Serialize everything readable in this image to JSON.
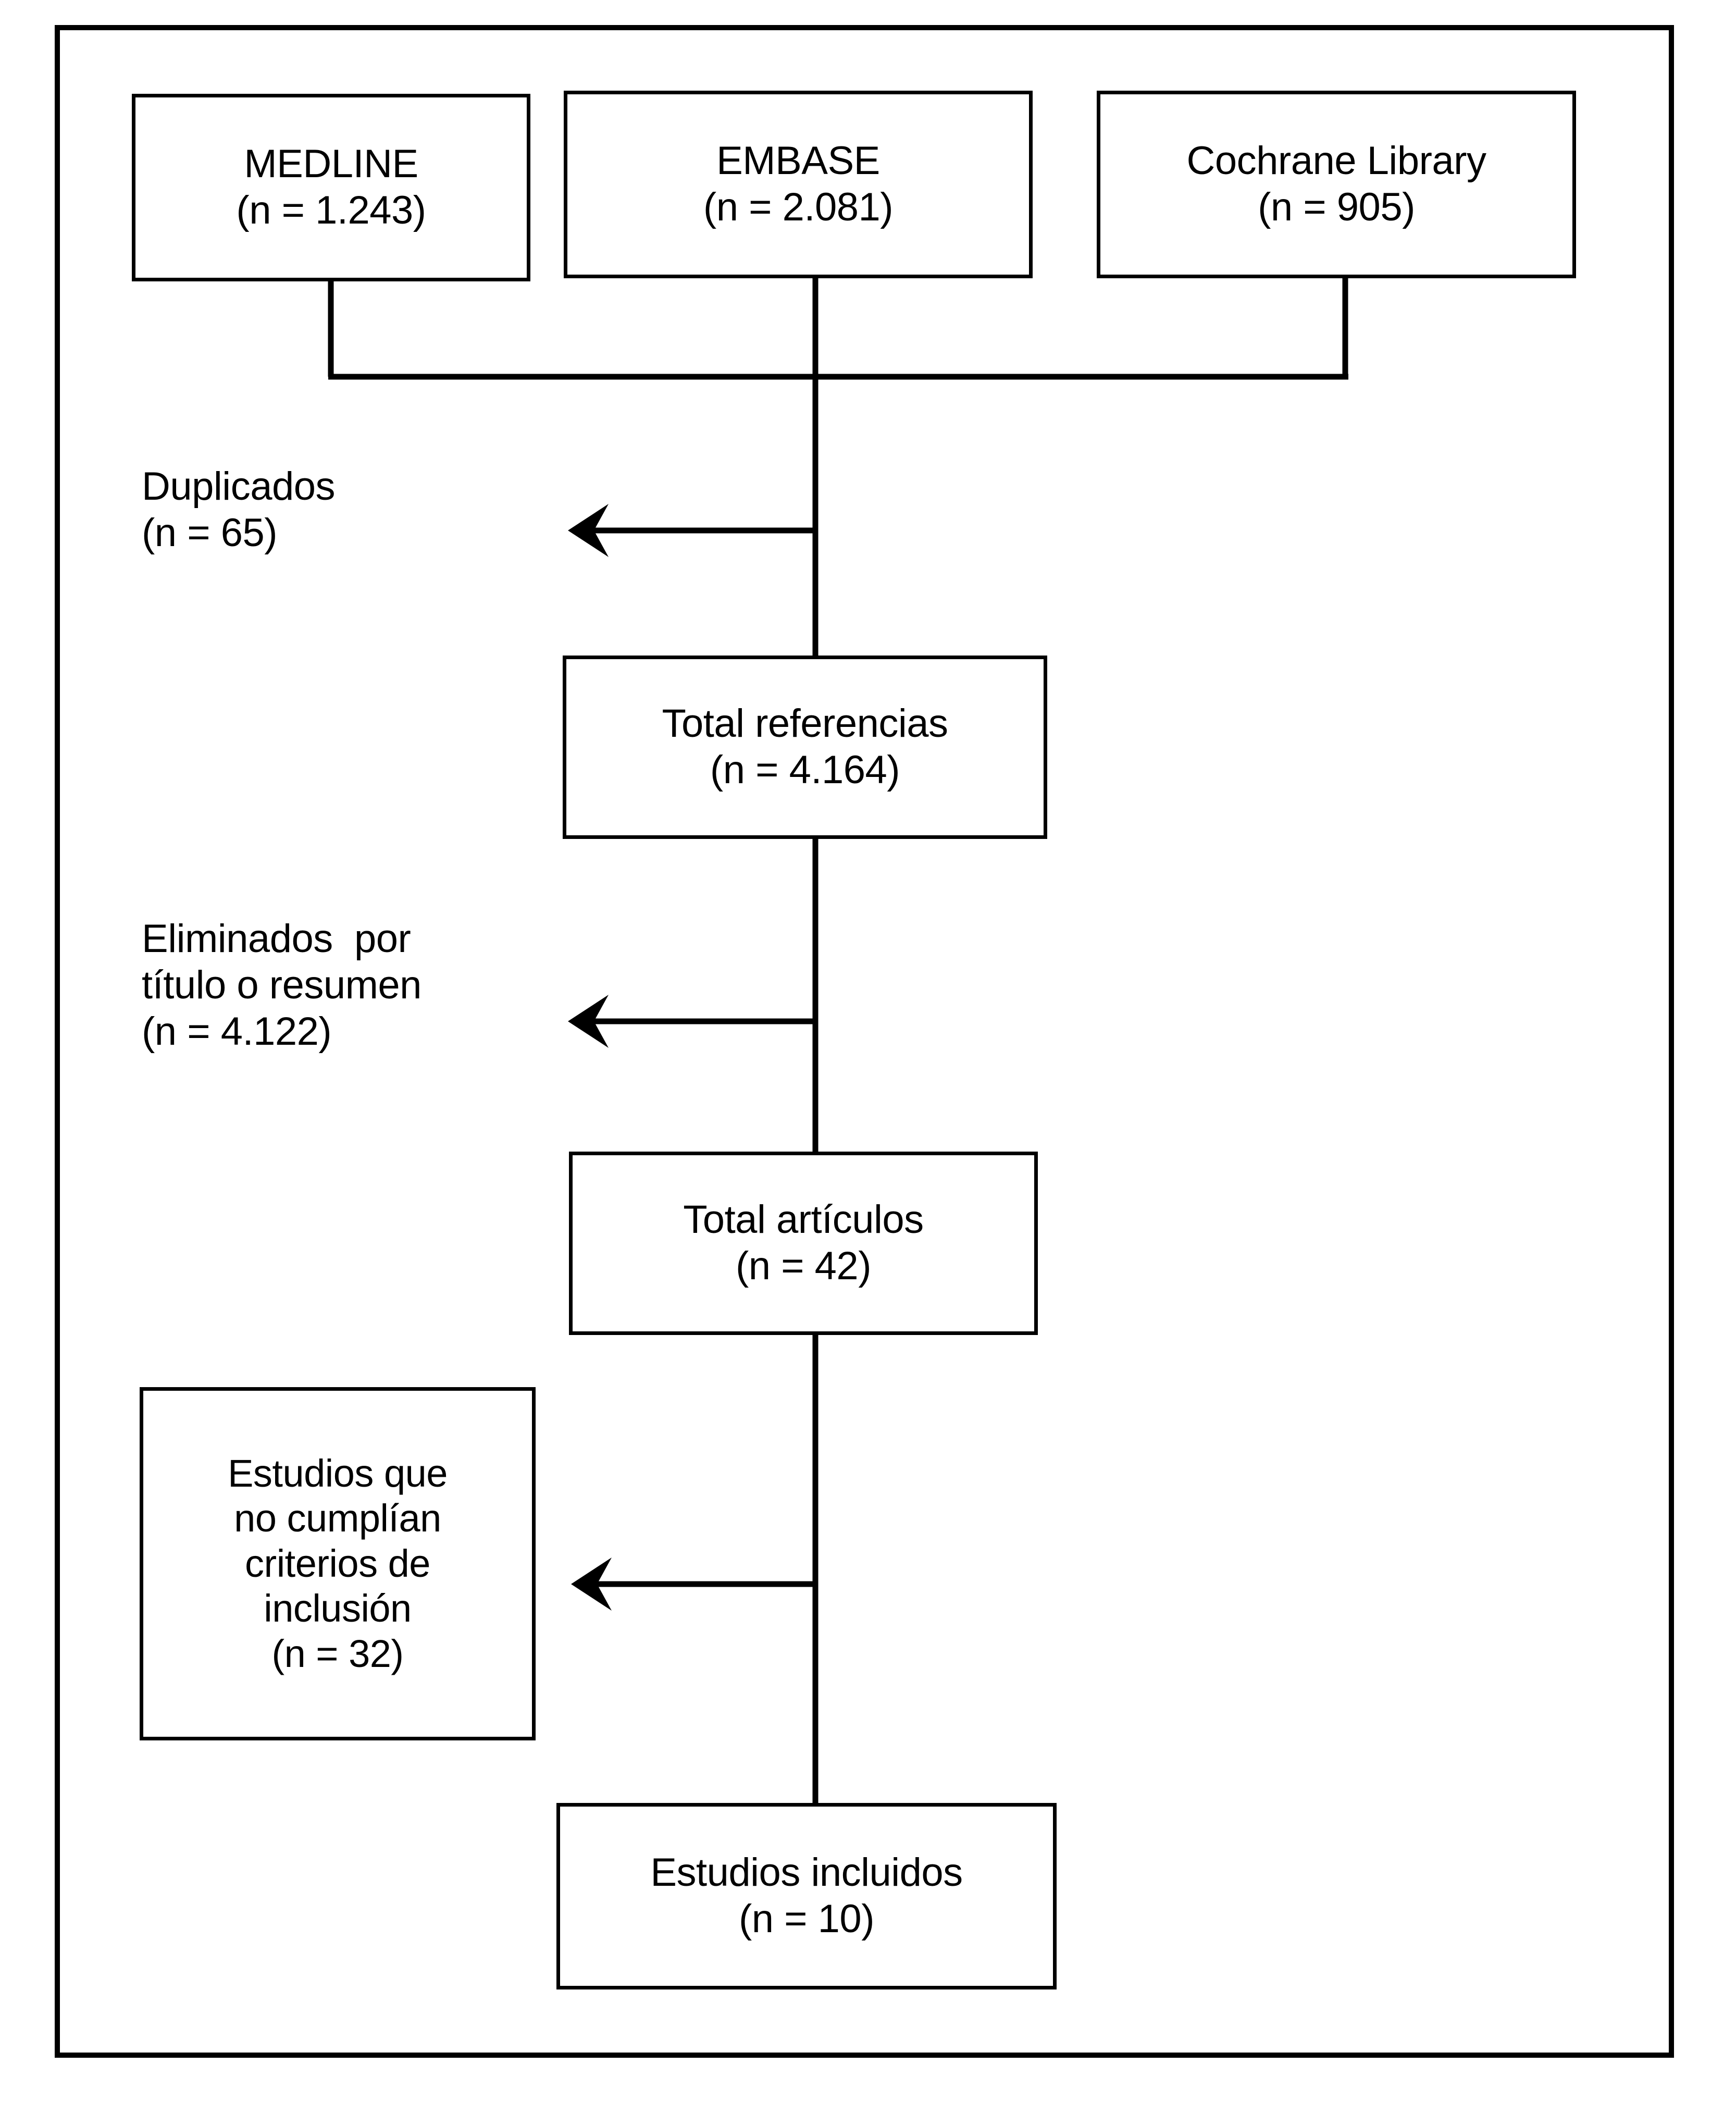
{
  "figure": {
    "type": "prisma-flow-diagram",
    "language": "es",
    "frame_color": "#000000",
    "background_color": "#ffffff"
  },
  "sources": {
    "medline": {
      "name": "MEDLINE",
      "count_label": "(n = 1.243)",
      "count": 1243
    },
    "embase": {
      "name": "EMBASE",
      "count_label": "(n = 2.081)",
      "count": 2081
    },
    "cochrane": {
      "name": "Cochrane Library",
      "count_label": "(n = 905)",
      "count": 905
    }
  },
  "exclusions": {
    "duplicados": {
      "label": "Duplicados",
      "count_label": "(n = 65)",
      "count": 65
    },
    "titulo_resumen": {
      "line1": "Eliminados  por",
      "line2": "título o resumen",
      "count_label": "(n = 4.122)",
      "count": 4122
    },
    "criterios": {
      "line1": "Estudios que",
      "line2": "no cumplían",
      "line3": "criterios de",
      "line4": "inclusión",
      "count_label": "(n = 32)",
      "count": 32
    }
  },
  "stages": {
    "total_referencias": {
      "label": "Total referencias",
      "count_label": "(n = 4.164)",
      "count": 4164
    },
    "total_articulos": {
      "label": "Total artículos",
      "count_label": "(n = 42)",
      "count": 42
    },
    "estudios_incluidos": {
      "label": "Estudios incluidos",
      "count_label": "(n = 10)",
      "count": 10
    }
  },
  "chart_data": {
    "type": "diagram",
    "title": "",
    "nodes": [
      {
        "id": "medline",
        "label": "MEDLINE",
        "n": 1243,
        "kind": "source"
      },
      {
        "id": "embase",
        "label": "EMBASE",
        "n": 2081,
        "kind": "source"
      },
      {
        "id": "cochrane",
        "label": "Cochrane Library",
        "n": 905,
        "kind": "source"
      },
      {
        "id": "dups",
        "label": "Duplicados",
        "n": 65,
        "kind": "exclusion"
      },
      {
        "id": "totalrefs",
        "label": "Total referencias",
        "n": 4164,
        "kind": "stage"
      },
      {
        "id": "titabs",
        "label": "Eliminados por título o resumen",
        "n": 4122,
        "kind": "exclusion"
      },
      {
        "id": "totalarts",
        "label": "Total artículos",
        "n": 42,
        "kind": "stage"
      },
      {
        "id": "nocrit",
        "label": "Estudios que no cumplían criterios de inclusión",
        "n": 32,
        "kind": "exclusion"
      },
      {
        "id": "included",
        "label": "Estudios incluidos",
        "n": 10,
        "kind": "stage"
      }
    ],
    "edges": [
      {
        "from": "medline",
        "to": "totalrefs"
      },
      {
        "from": "embase",
        "to": "totalrefs"
      },
      {
        "from": "cochrane",
        "to": "totalrefs"
      },
      {
        "from": "totalrefs",
        "to": "dups",
        "direction": "left"
      },
      {
        "from": "totalrefs",
        "to": "titabs",
        "direction": "left"
      },
      {
        "from": "totalrefs",
        "to": "totalarts"
      },
      {
        "from": "totalarts",
        "to": "nocrit",
        "direction": "left"
      },
      {
        "from": "totalarts",
        "to": "included"
      }
    ]
  }
}
